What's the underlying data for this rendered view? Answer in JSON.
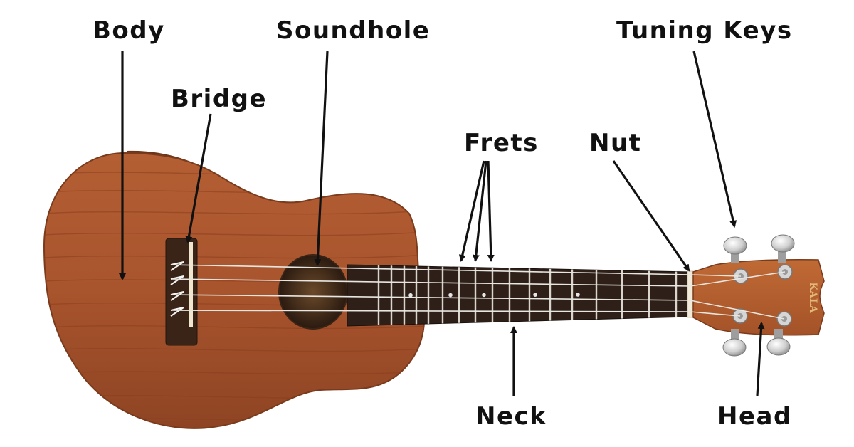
{
  "labels": {
    "body": "Body",
    "soundhole": "Soundhole",
    "tuning_keys": "Tuning Keys",
    "bridge": "Bridge",
    "frets": "Frets",
    "nut": "Nut",
    "neck": "Neck",
    "head": "Head"
  },
  "headstock_logo": "KALA",
  "colors": {
    "body_wood": "#a8542d",
    "body_wood_dark": "#7a3a1c",
    "fretboard": "#2e1f18",
    "fret_wire": "#d9d4cc",
    "strings": "#e8e6e1",
    "nut": "#f2ead8",
    "tuner_metal": "#c9c9c9",
    "label_text": "#111111"
  }
}
